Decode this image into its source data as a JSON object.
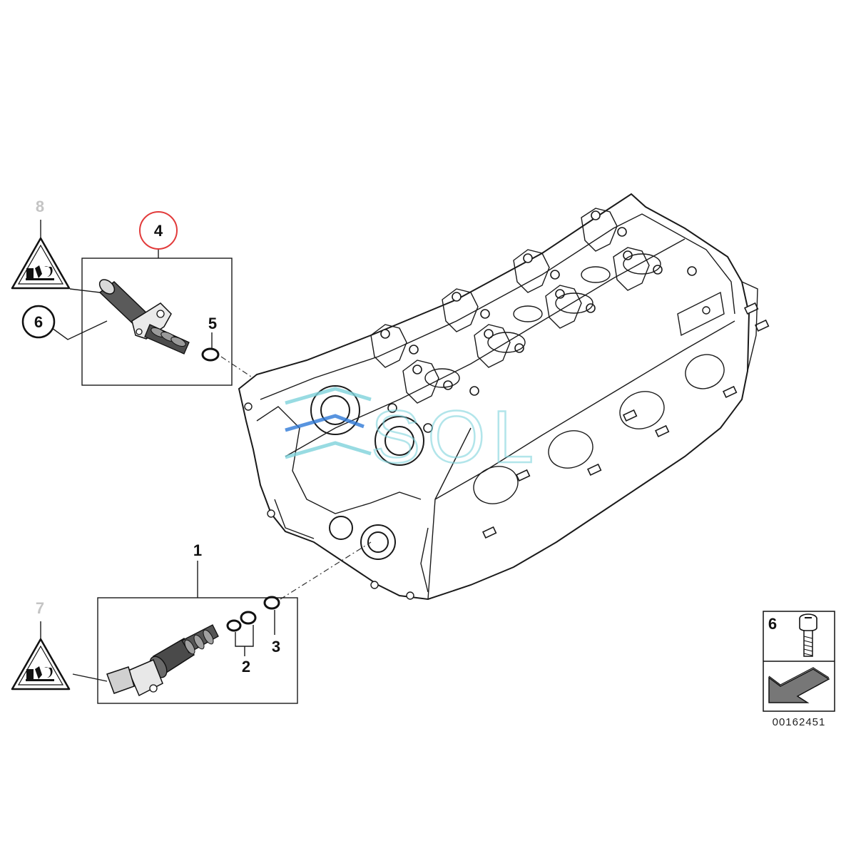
{
  "callouts": {
    "c1": "1",
    "c2": "2",
    "c3": "3",
    "c4": "4",
    "c5": "5",
    "c6": "6",
    "c7": "7",
    "c8": "8"
  },
  "legend": {
    "part_number": "6",
    "reference_code": "00162451"
  },
  "watermark": "SOL",
  "colors": {
    "highlight_circle": "#e23b3b",
    "line": "#1a1a1a",
    "dim_callout": "#c4c4c4",
    "watermark": "#7fd3dc"
  }
}
